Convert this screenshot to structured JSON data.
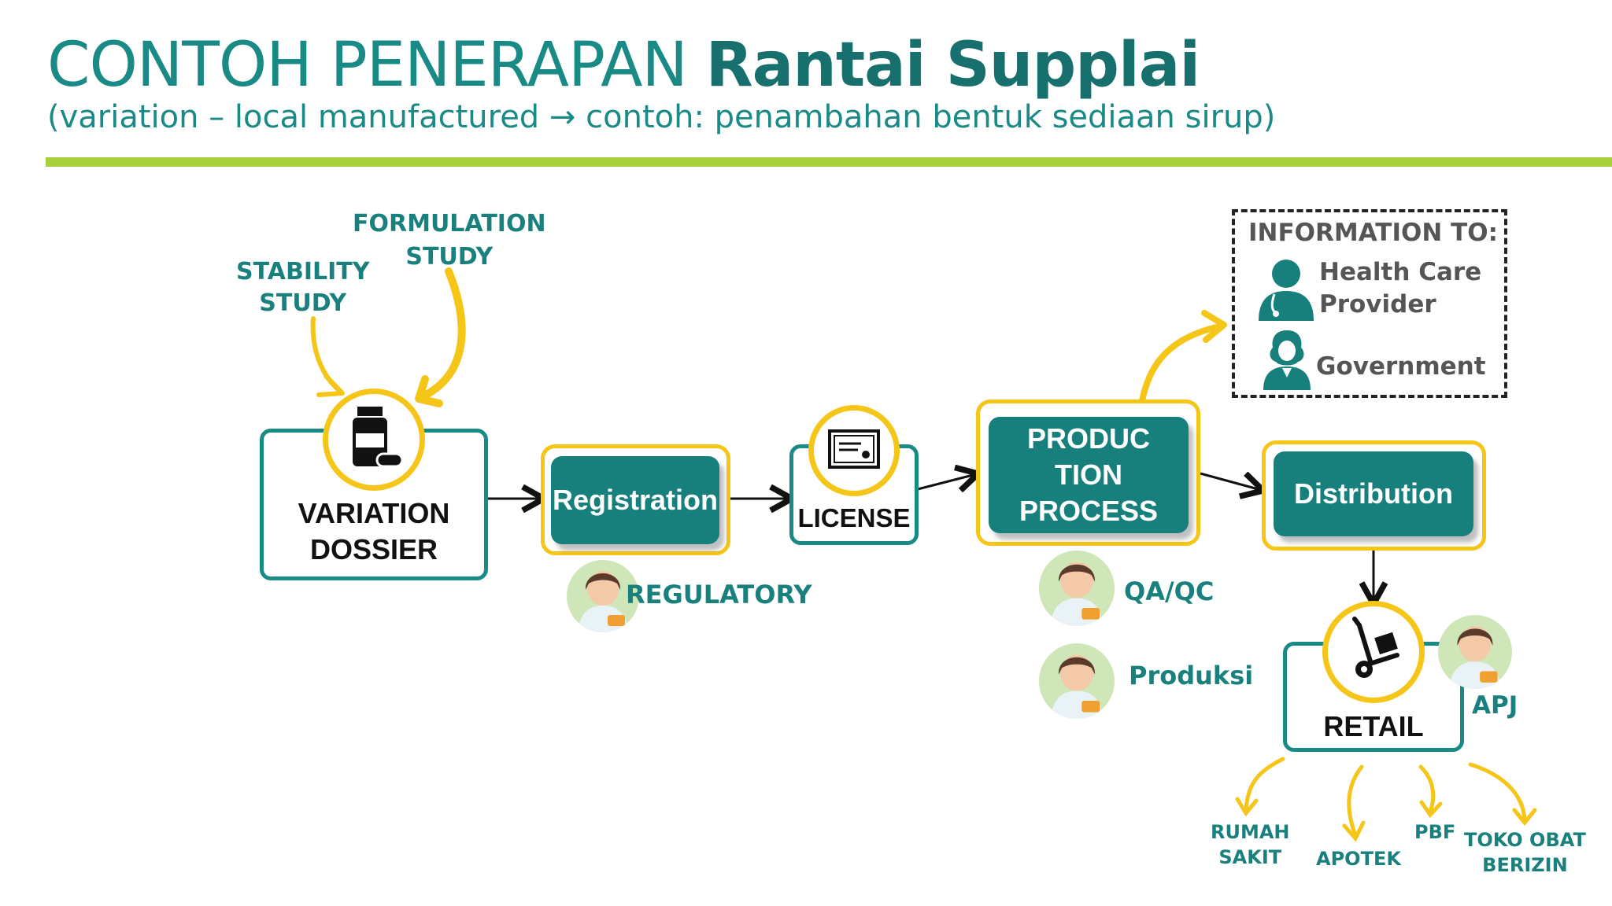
{
  "header": {
    "title_plain": "CONTOH PENERAPAN",
    "title_bold": "Rantai Supplai",
    "subtitle": "(variation – local manufactured → contoh: penambahan bentuk sediaan sirup)"
  },
  "inputs": {
    "stability_1": "STABILITY",
    "stability_2": "STUDY",
    "formulation_1": "FORMULATION",
    "formulation_2": "STUDY"
  },
  "nodes": {
    "dossier_1": "VARIATION",
    "dossier_2": "DOSSIER",
    "registration": "Registration",
    "license": "LICENSE",
    "production_1": "PRODUC",
    "production_2": "TION",
    "production_3": "PROCESS",
    "distribution": "Distribution",
    "retail": "RETAIL"
  },
  "roles": {
    "regulatory": "REGULATORY",
    "qaqc": "QA/QC",
    "produksi": "Produksi",
    "apj": "APJ"
  },
  "information": {
    "title": "INFORMATION TO:",
    "hcp_1": "Health Care",
    "hcp_2": "Provider",
    "government": "Government"
  },
  "outlets": {
    "rumah_1": "RUMAH",
    "rumah_2": "SAKIT",
    "apotek": "APOTEK",
    "pbf": "PBF",
    "toko_1": "TOKO OBAT",
    "toko_2": "BERIZIN"
  },
  "icons": [
    "medicine-bottle-icon",
    "certificate-icon",
    "hand-truck-icon",
    "doctor-icon",
    "official-icon",
    "pharmacist-avatar"
  ],
  "colors": {
    "teal": "#17807d",
    "yellow": "#f5c518",
    "green_rule": "#a8cf3c"
  }
}
